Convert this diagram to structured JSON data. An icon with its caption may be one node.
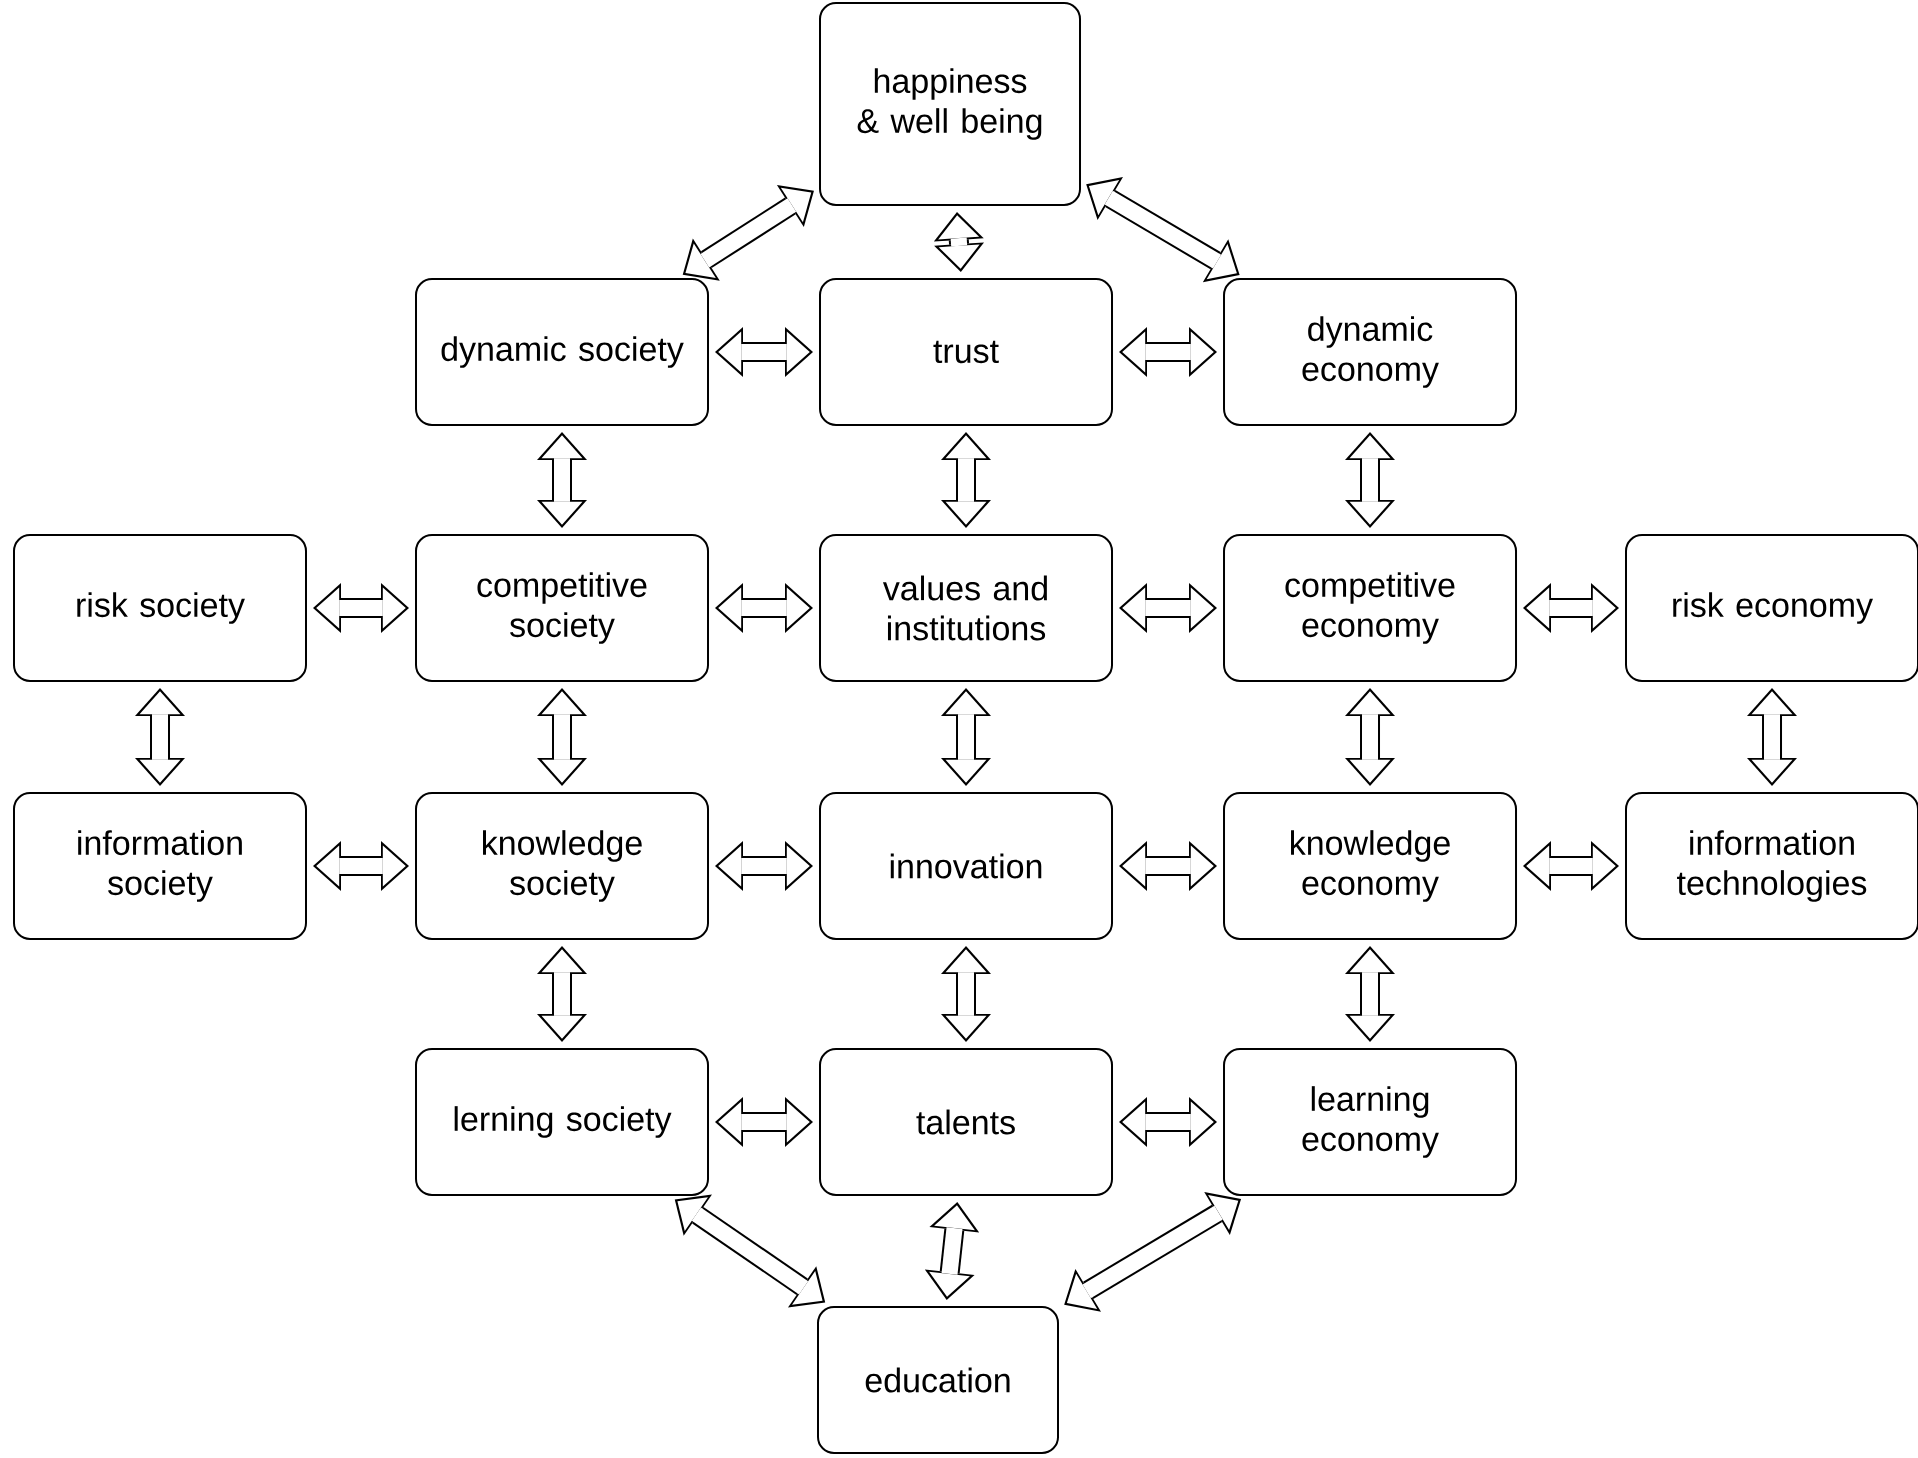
{
  "diagram": {
    "nodes": [
      {
        "text": [
          "happiness & well being"
        ]
      },
      {
        "text": [
          "dynamic society"
        ]
      },
      {
        "text": [
          "trust"
        ]
      },
      {
        "text": [
          "dynamic economy"
        ]
      },
      {
        "text": [
          "risk society"
        ]
      },
      {
        "text": [
          "competitive society"
        ]
      },
      {
        "text": [
          "values and institutions"
        ]
      },
      {
        "text": [
          "competitive economy"
        ]
      },
      {
        "text": [
          "risk economy"
        ]
      },
      {
        "text": [
          "information society"
        ]
      },
      {
        "text": [
          "knowledge society"
        ]
      },
      {
        "text": [
          "innovation"
        ]
      },
      {
        "text": [
          "knowledge economy"
        ]
      },
      {
        "text": [
          "information technologies"
        ]
      },
      {
        "text": [
          "lerning society"
        ]
      },
      {
        "text": [
          "talents"
        ]
      },
      {
        "text": [
          "learning economy"
        ]
      },
      {
        "text": [
          "education"
        ]
      }
    ],
    "edges": [
      {
        "from": 0,
        "to": 1,
        "arrow": "both"
      },
      {
        "from": 0,
        "to": 2,
        "arrow": "both"
      },
      {
        "from": 0,
        "to": 3,
        "arrow": "both"
      },
      {
        "from": 1,
        "to": 2,
        "arrow": "both"
      },
      {
        "from": 2,
        "to": 3,
        "arrow": "both"
      },
      {
        "from": 1,
        "to": 5,
        "arrow": "both"
      },
      {
        "from": 2,
        "to": 6,
        "arrow": "both"
      },
      {
        "from": 3,
        "to": 7,
        "arrow": "both"
      },
      {
        "from": 4,
        "to": 5,
        "arrow": "both"
      },
      {
        "from": 5,
        "to": 6,
        "arrow": "both"
      },
      {
        "from": 6,
        "to": 7,
        "arrow": "both"
      },
      {
        "from": 7,
        "to": 8,
        "arrow": "both"
      },
      {
        "from": 4,
        "to": 9,
        "arrow": "both"
      },
      {
        "from": 5,
        "to": 10,
        "arrow": "both"
      },
      {
        "from": 6,
        "to": 11,
        "arrow": "both"
      },
      {
        "from": 7,
        "to": 12,
        "arrow": "both"
      },
      {
        "from": 8,
        "to": 13,
        "arrow": "both"
      },
      {
        "from": 9,
        "to": 10,
        "arrow": "both"
      },
      {
        "from": 10,
        "to": 11,
        "arrow": "both"
      },
      {
        "from": 11,
        "to": 12,
        "arrow": "both"
      },
      {
        "from": 12,
        "to": 13,
        "arrow": "both"
      },
      {
        "from": 10,
        "to": 14,
        "arrow": "both"
      },
      {
        "from": 11,
        "to": 15,
        "arrow": "both"
      },
      {
        "from": 12,
        "to": 16,
        "arrow": "both"
      },
      {
        "from": 14,
        "to": 15,
        "arrow": "both"
      },
      {
        "from": 15,
        "to": 16,
        "arrow": "both"
      },
      {
        "from": 14,
        "to": 17,
        "arrow": "both"
      },
      {
        "from": 15,
        "to": 17,
        "arrow": "both"
      },
      {
        "from": 16,
        "to": 17,
        "arrow": "both"
      }
    ]
  }
}
